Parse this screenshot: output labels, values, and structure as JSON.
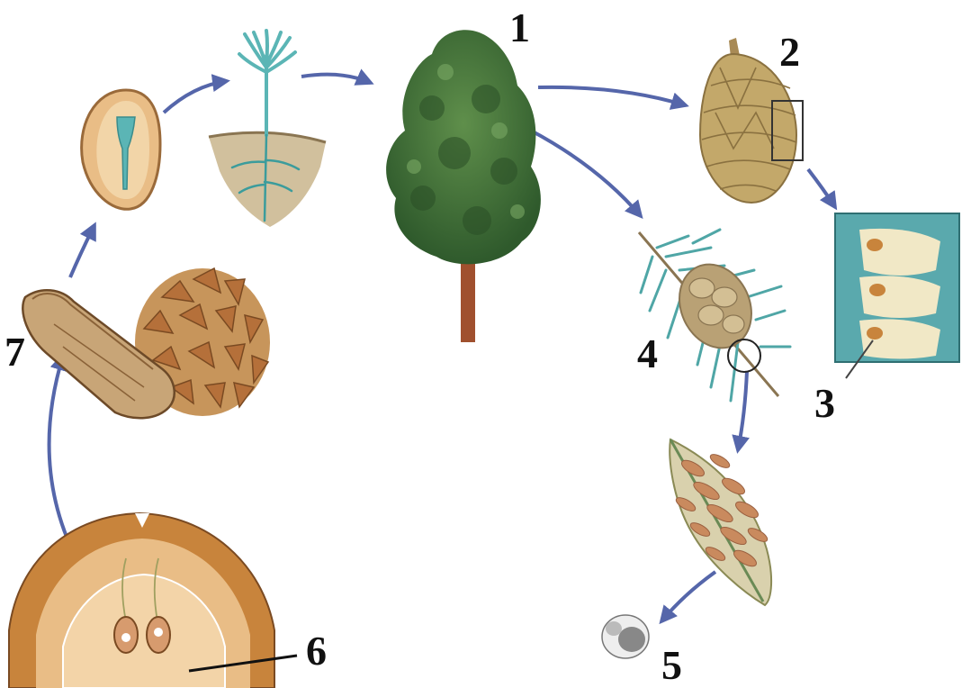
{
  "labels": {
    "l1": "1",
    "l2": "2",
    "l3": "3",
    "l4": "4",
    "l5": "5",
    "l6": "6",
    "l7": "7"
  },
  "colors": {
    "arrow": "#5566aa",
    "teal": "#5bb5b5",
    "tree_green": "#3d6b35",
    "trunk": "#a0502e",
    "cone_tan": "#c3a86a",
    "brown": "#b5703a",
    "seed_tan": "#e9bd86"
  }
}
